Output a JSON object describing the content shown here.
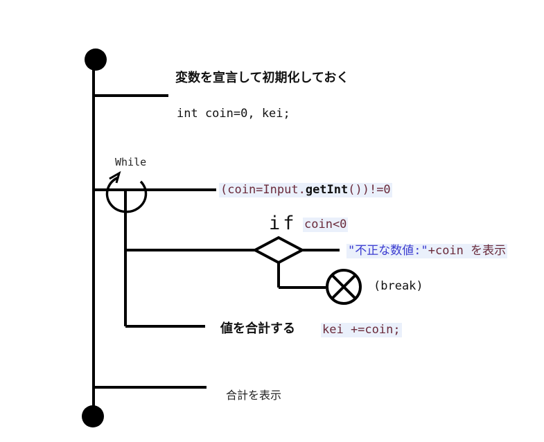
{
  "labels": {
    "declare_heading": "変数を宣言して初期化しておく",
    "declare_code": "int coin=0, kei;",
    "while_label": "While",
    "while_condition_prefix": "(coin=Input.",
    "while_condition_method": "getInt",
    "while_condition_suffix": "())!=0",
    "if_keyword": "if",
    "if_condition": "coin<0",
    "error_string": "\"不正な数値:\"",
    "error_concat": "+coin",
    "error_suffix": " を表示",
    "break_label": "(break)",
    "sum_heading": "値を合計する",
    "sum_code": "kei +=coin;",
    "display_total": "合計を表示"
  },
  "colors": {
    "line": "#000000",
    "code_highlight_bg": "#eaf0fb",
    "code_text": "#6a2a3a",
    "string_text": "#3b3bd0"
  }
}
